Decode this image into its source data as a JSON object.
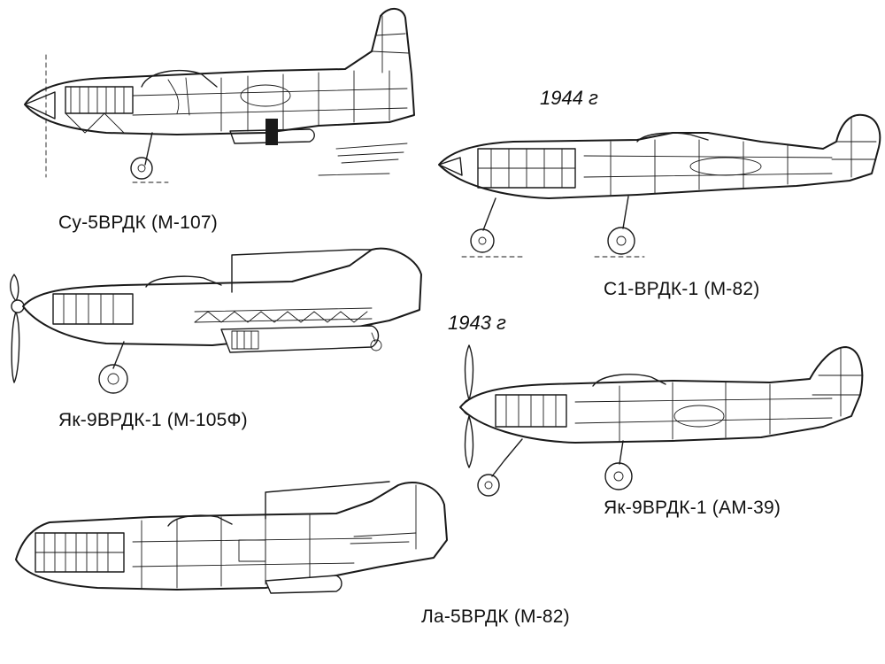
{
  "captions": {
    "su5": "Су-5ВРДК (М-107)",
    "s1": "С1-ВРДК-1 (М-82)",
    "yak9_m105": "Як-9ВРДК-1 (М-105Ф)",
    "yak9_am39": "Як-9ВРДК-1 (АМ-39)",
    "la5": "Ла-5ВРДК (М-82)"
  },
  "years": {
    "y1944": "1944 г",
    "y1943": "1943 г"
  },
  "colors": {
    "ink": "#1a1a1a",
    "background": "#ffffff"
  }
}
